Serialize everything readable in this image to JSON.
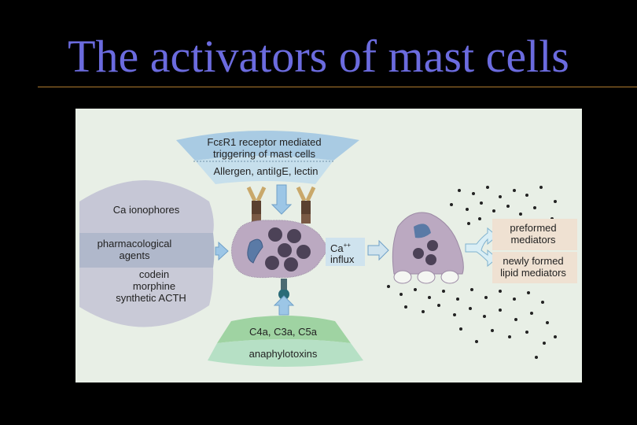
{
  "slide": {
    "title": "The activators of mast cells"
  },
  "diagram": {
    "fce_title_line1": "FcεR1 receptor mediated",
    "fce_title_line2": "triggering of mast cells",
    "fce_sub": "Allergen, antiIgE, lectin",
    "left_top": "Ca ionophores",
    "left_mid_line1": "pharmacological",
    "left_mid_line2": "agents",
    "left_bottom_line1": "codein",
    "left_bottom_line2": "morphine",
    "left_bottom_line3": "synthetic ACTH",
    "ca_label": "Ca",
    "ca_superscript": "++",
    "influx": "influx",
    "bottom_top": "C4a, C3a, C5a",
    "bottom_bottom": "anaphylotoxins",
    "right_box1_line1": "preformed",
    "right_box1_line2": "mediators",
    "right_box2_line1": "newly formed",
    "right_box2_line2": "lipid mediators"
  },
  "colors": {
    "background": "#000000",
    "title": "#6b6bde",
    "rule": "#b07a2e",
    "figure_bg": "#e8efe6",
    "top_fan": "#a9cbe3",
    "left_fan": "#c7c8d6",
    "left_fan_mid": "#b4bccd",
    "bottom_fan": "#9fd3a2",
    "cell": "#b8a8c0",
    "granule": "#4c4257",
    "right_boxes": "#efe1d2"
  }
}
